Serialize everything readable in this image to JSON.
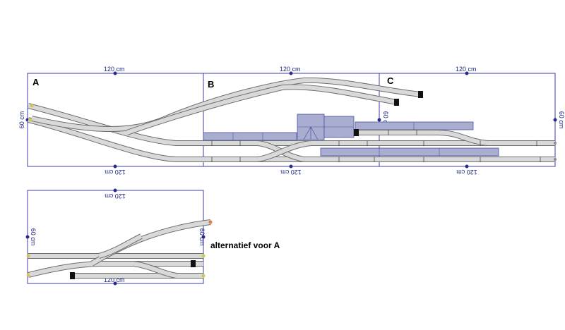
{
  "dimensions": {
    "top_a": "120 cm",
    "top_b": "120 cm",
    "top_c": "120 cm",
    "bottom_a": "120 cm",
    "bottom_b": "120 cm",
    "bottom_c": "120 cm",
    "side_left": "60 cm",
    "side_mid": "60 cm",
    "side_right": "60 cm",
    "alt_top": "120 cm",
    "alt_bottom": "120 cm",
    "alt_side_left": "60 cm",
    "alt_side_right": "60 cm"
  },
  "sections": {
    "a": "A",
    "b": "B",
    "c": "C"
  },
  "caption": "alternatief voor A",
  "colors": {
    "board_outline": "#3b3bb0",
    "building_fill": "#a9aed0",
    "track": "#d9d9d9"
  }
}
